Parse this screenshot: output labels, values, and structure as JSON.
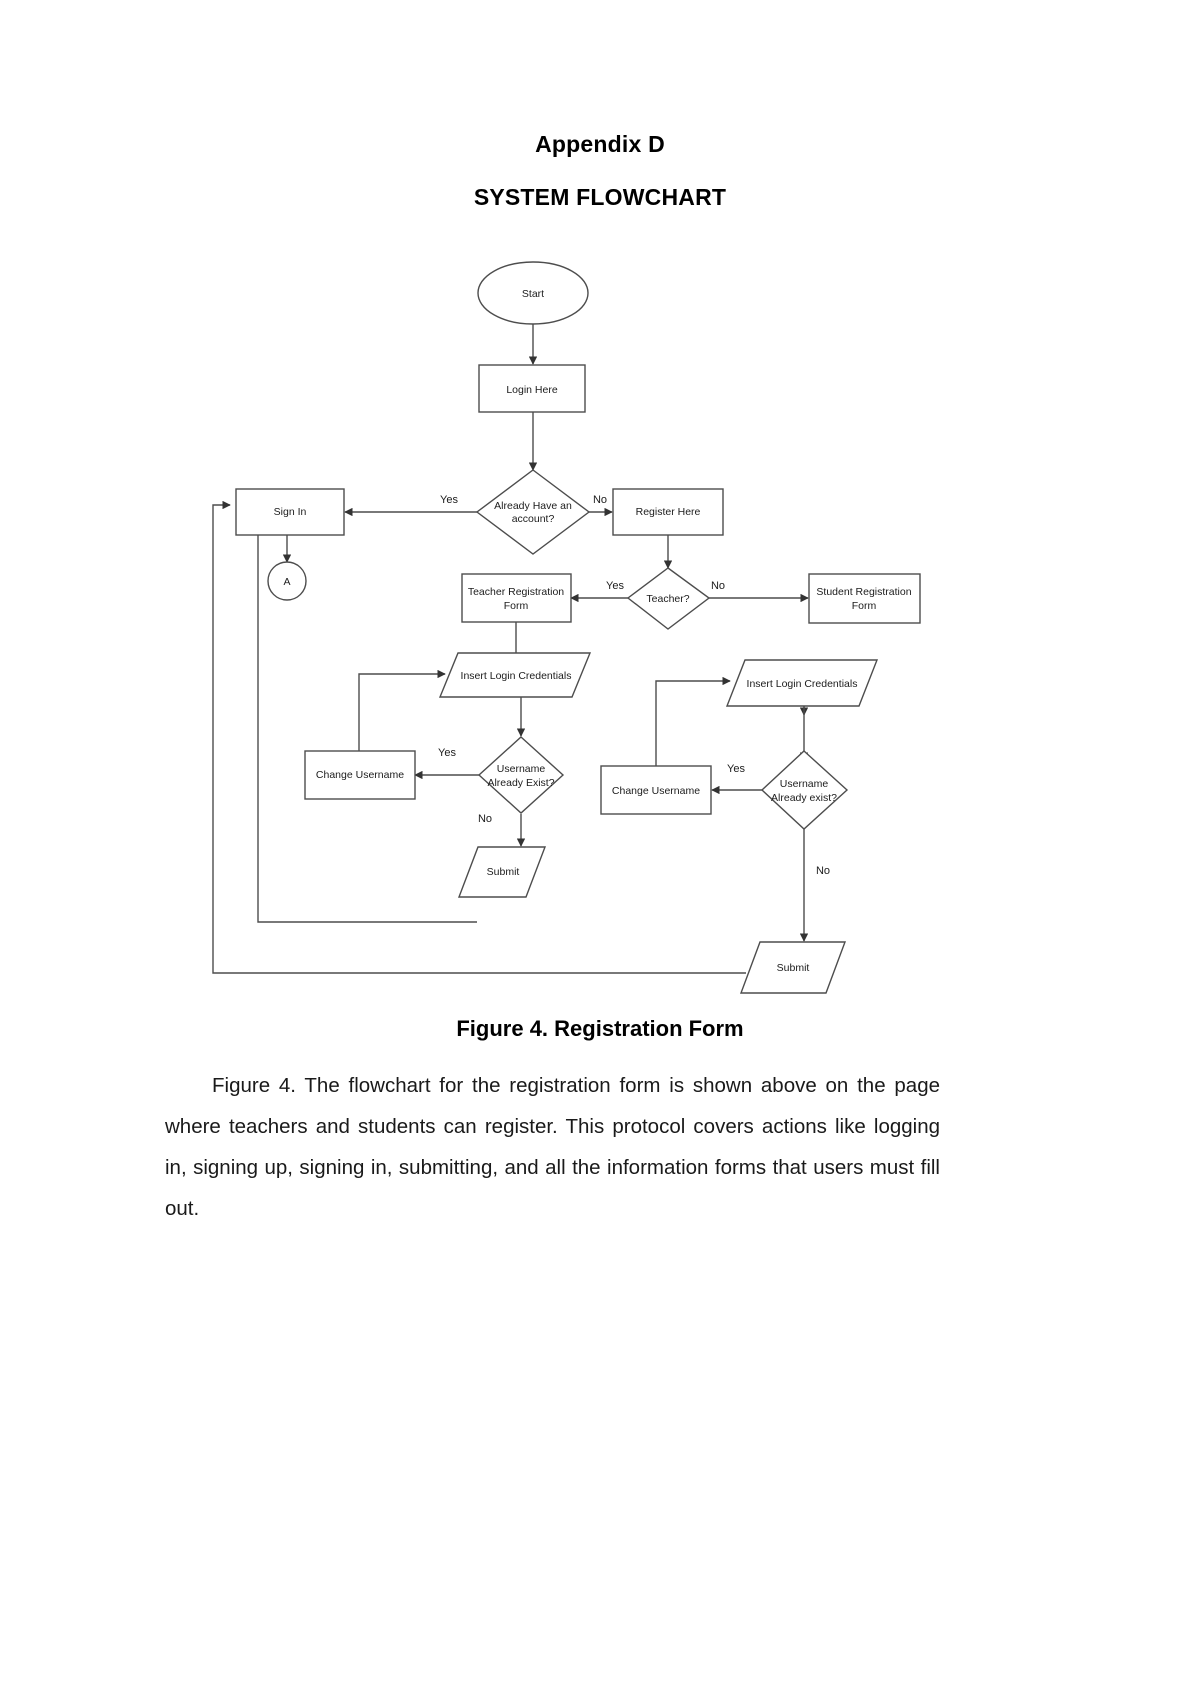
{
  "document": {
    "appendix_title": "Appendix D",
    "section_title": "SYSTEM FLOWCHART",
    "figure_caption": "Figure 4. Registration Form",
    "body_paragraph": "Figure 4.  The flowchart for the registration form is shown above on the page where teachers and students can register. This protocol covers actions like logging in, signing up, signing in, submitting, and all the information forms that users must fill out."
  },
  "chart_data": {
    "type": "diagram",
    "title": "Figure 4. Registration Form",
    "diagram_kind": "flowchart",
    "nodes": [
      {
        "id": "start",
        "label": "Start",
        "shape": "ellipse"
      },
      {
        "id": "login-here",
        "label": "Login Here",
        "shape": "rectangle"
      },
      {
        "id": "already-have-account",
        "label": "Already Have an account?",
        "shape": "diamond"
      },
      {
        "id": "sign-in",
        "label": "Sign In",
        "shape": "rectangle"
      },
      {
        "id": "connector-a",
        "label": "A",
        "shape": "circle"
      },
      {
        "id": "register-here",
        "label": "Register Here",
        "shape": "rectangle"
      },
      {
        "id": "teacher-decision",
        "label": "Teacher?",
        "shape": "diamond"
      },
      {
        "id": "teacher-registration-form",
        "label": "Teacher Registration Form",
        "shape": "rectangle"
      },
      {
        "id": "student-registration-form",
        "label": "Student Registration Form",
        "shape": "rectangle"
      },
      {
        "id": "insert-login-credentials-teacher",
        "label": "Insert Login Credentials",
        "shape": "parallelogram"
      },
      {
        "id": "insert-login-credentials-student",
        "label": "Insert Login Credentials",
        "shape": "parallelogram"
      },
      {
        "id": "username-exists-teacher",
        "label": "Username Already Exist?",
        "shape": "diamond"
      },
      {
        "id": "username-exists-student",
        "label": "Username Already exist?",
        "shape": "diamond"
      },
      {
        "id": "change-username-teacher",
        "label": "Change Username",
        "shape": "rectangle"
      },
      {
        "id": "change-username-student",
        "label": "Change Username",
        "shape": "rectangle"
      },
      {
        "id": "submit-teacher",
        "label": "Submit",
        "shape": "parallelogram"
      },
      {
        "id": "submit-student",
        "label": "Submit",
        "shape": "parallelogram"
      }
    ],
    "edges": [
      {
        "from": "start",
        "to": "login-here",
        "label": ""
      },
      {
        "from": "login-here",
        "to": "already-have-account",
        "label": ""
      },
      {
        "from": "already-have-account",
        "to": "sign-in",
        "label": "Yes"
      },
      {
        "from": "already-have-account",
        "to": "register-here",
        "label": "No"
      },
      {
        "from": "sign-in",
        "to": "connector-a",
        "label": ""
      },
      {
        "from": "register-here",
        "to": "teacher-decision",
        "label": ""
      },
      {
        "from": "teacher-decision",
        "to": "teacher-registration-form",
        "label": "Yes"
      },
      {
        "from": "teacher-decision",
        "to": "student-registration-form",
        "label": "No"
      },
      {
        "from": "teacher-registration-form",
        "to": "insert-login-credentials-teacher",
        "label": ""
      },
      {
        "from": "student-registration-form",
        "to": "insert-login-credentials-student",
        "label": ""
      },
      {
        "from": "insert-login-credentials-teacher",
        "to": "username-exists-teacher",
        "label": ""
      },
      {
        "from": "insert-login-credentials-student",
        "to": "username-exists-student",
        "label": ""
      },
      {
        "from": "username-exists-teacher",
        "to": "change-username-teacher",
        "label": "Yes"
      },
      {
        "from": "username-exists-teacher",
        "to": "submit-teacher",
        "label": "No"
      },
      {
        "from": "username-exists-student",
        "to": "change-username-student",
        "label": "Yes"
      },
      {
        "from": "username-exists-student",
        "to": "submit-student",
        "label": "No"
      },
      {
        "from": "change-username-teacher",
        "to": "insert-login-credentials-teacher",
        "label": ""
      },
      {
        "from": "change-username-student",
        "to": "insert-login-credentials-student",
        "label": ""
      },
      {
        "from": "submit-teacher",
        "to": "sign-in",
        "label": ""
      },
      {
        "from": "submit-student",
        "to": "sign-in",
        "label": ""
      }
    ],
    "edge_labels": {
      "yes": "Yes",
      "no": "No"
    },
    "node_labels": {
      "start": "Start",
      "login_here": "Login Here",
      "already_have_account_line1": "Already Have an",
      "already_have_account_line2": "account?",
      "sign_in": "Sign In",
      "connector_a": "A",
      "register_here": "Register Here",
      "teacher_decision": "Teacher?",
      "teacher_form_line1": "Teacher Registration",
      "teacher_form_line2": "Form",
      "student_form_line1": "Student Registration",
      "student_form_line2": "Form",
      "insert_login_credentials": "Insert Login Credentials",
      "username_exist_line1": "Username",
      "username_exist_teacher_line2": "Already Exist?",
      "username_exist_student_line2": "Already exist?",
      "change_username": "Change Username",
      "submit": "Submit"
    },
    "yes_no": {
      "yes_account": "Yes",
      "no_account": "No",
      "yes_teacher": "Yes",
      "no_teacher": "No",
      "yes_user_teacher": "Yes",
      "no_user_teacher": "No",
      "yes_user_student": "Yes",
      "no_user_student": "No"
    },
    "colors": {
      "stroke": "#4d4d4d",
      "fill": "#ffffff",
      "text": "#1c1c1c"
    }
  }
}
